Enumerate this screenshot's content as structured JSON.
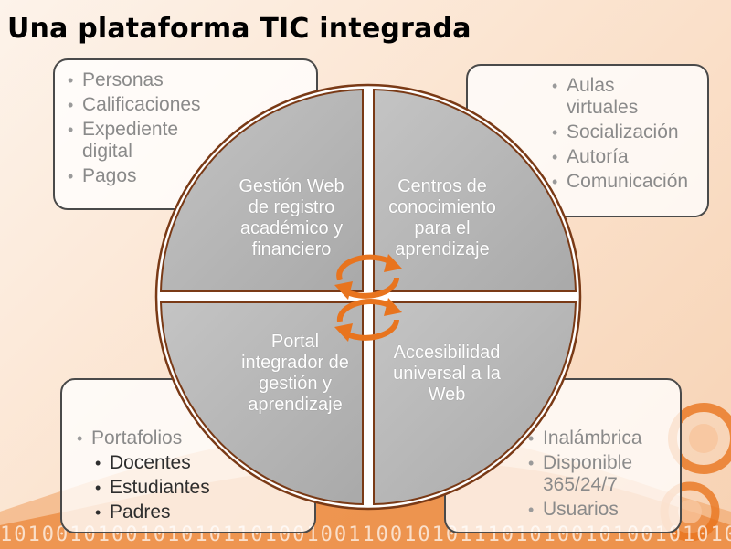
{
  "title": "Una plataforma TIC integrada",
  "quadrants": {
    "top_left": [
      "Gestión Web",
      "de registro",
      "académico y",
      "financiero"
    ],
    "top_right": [
      "Centros de",
      "conocimiento",
      "para el",
      "aprendizaje"
    ],
    "bottom_left": [
      "Portal",
      "integrador de",
      "gestión y",
      "aprendizaje"
    ],
    "bottom_right": [
      "Accesibilidad",
      "universal a la",
      "Web"
    ]
  },
  "boxes": {
    "top_left": [
      "Personas",
      "Calificaciones",
      "Expediente digital",
      "Pagos"
    ],
    "top_right": [
      "Aulas virtuales",
      "Socialización",
      "Autoría",
      "Comunicación"
    ],
    "bottom_left": {
      "heading": "Portafolios",
      "items": [
        "Docentes",
        "Estudiantes",
        "Padres"
      ]
    },
    "bottom_right": [
      "Inalámbrica",
      "Disponible 365/24/7",
      "Usuarios"
    ]
  },
  "binary_strip": "1010010100101010110100100110010101110101001010010101010010",
  "colors": {
    "circle_fill": "#b3b3b3",
    "circle_border": "#7a3a16",
    "accent_orange": "#e8741e",
    "quadrant_text": "#ffffff"
  }
}
